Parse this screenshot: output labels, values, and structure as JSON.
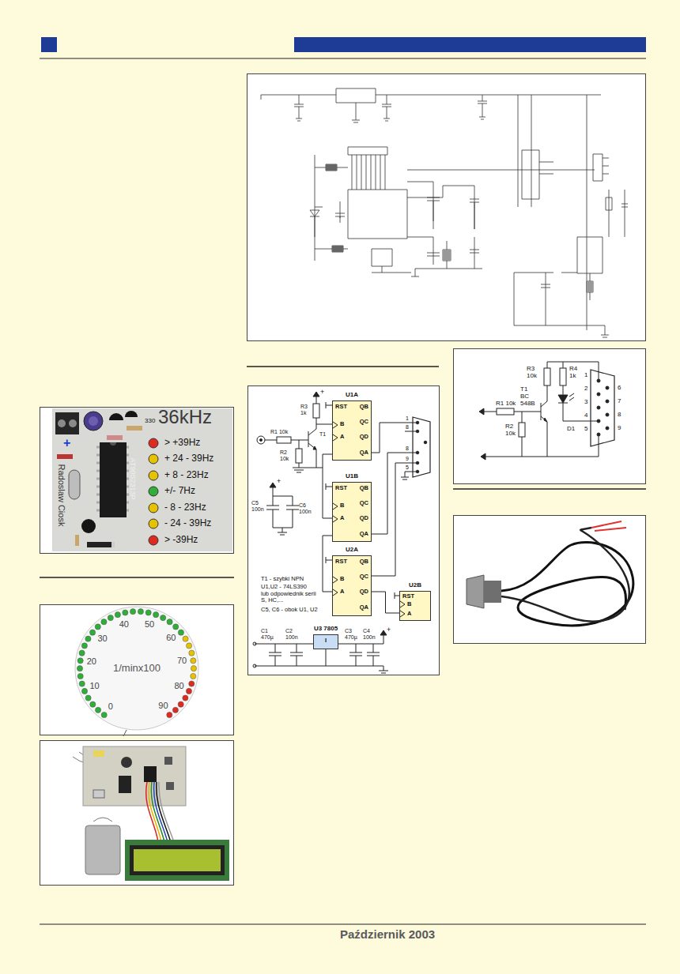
{
  "diagram": {
    "nodes": [
      {
        "text": [
          "U1A",
          "RST",
          "B",
          "A",
          "QB",
          "QC",
          "QD",
          "QA"
        ]
      },
      {
        "text": [
          "U1B",
          "RST",
          "B",
          "A",
          "QB",
          "QC",
          "QD",
          "QA"
        ]
      },
      {
        "text": [
          "U2A",
          "RST",
          "B",
          "A",
          "QB",
          "QC",
          "QD",
          "QA"
        ]
      },
      {
        "text": [
          "U2B",
          "RST",
          "B",
          "A"
        ]
      },
      {
        "text": [
          "U3 7805",
          "I"
        ]
      }
    ],
    "edges": [
      {
        "from": 0,
        "to": 1,
        "arrow": "none"
      },
      {
        "from": 1,
        "to": 2,
        "arrow": "none"
      },
      {
        "from": 2,
        "to": 3,
        "arrow": "none"
      }
    ],
    "labels": [
      "36kHz",
      "> +39Hz",
      "+ 24 - 39Hz",
      "+ 8 - 23Hz",
      "+/- 7Hz",
      "- 8 - 23Hz",
      "- 24 - 39Hz",
      "> -39Hz",
      "AT90S2313P",
      "Radoslaw Ciosk",
      "330",
      "+",
      "1/minx100",
      "0",
      "10",
      "20",
      "30",
      "40",
      "50",
      "60",
      "70",
      "80",
      "90",
      "R3 1k",
      "+",
      "R1 10k",
      "R2 10k",
      "T1",
      "1",
      "8",
      "8",
      "9",
      "5",
      "+",
      "C5 100n",
      "C6 100n",
      "T1 - szybki NPN",
      "U1,U2 - 74LS390 lub odpowiednik serii S, HC,...",
      "C5, C6 - obok U1, U2",
      "C1 470µ",
      "C2 100n",
      "C3 470µ",
      "C4 100n",
      "+",
      "R3 10k",
      "R4 1k",
      "T1 BC 548B",
      "R1 10k",
      "R2 10k",
      "D1",
      "1",
      "2",
      "3",
      "4",
      "5",
      "6",
      "7",
      "8",
      "9",
      "Październik 2003"
    ]
  }
}
